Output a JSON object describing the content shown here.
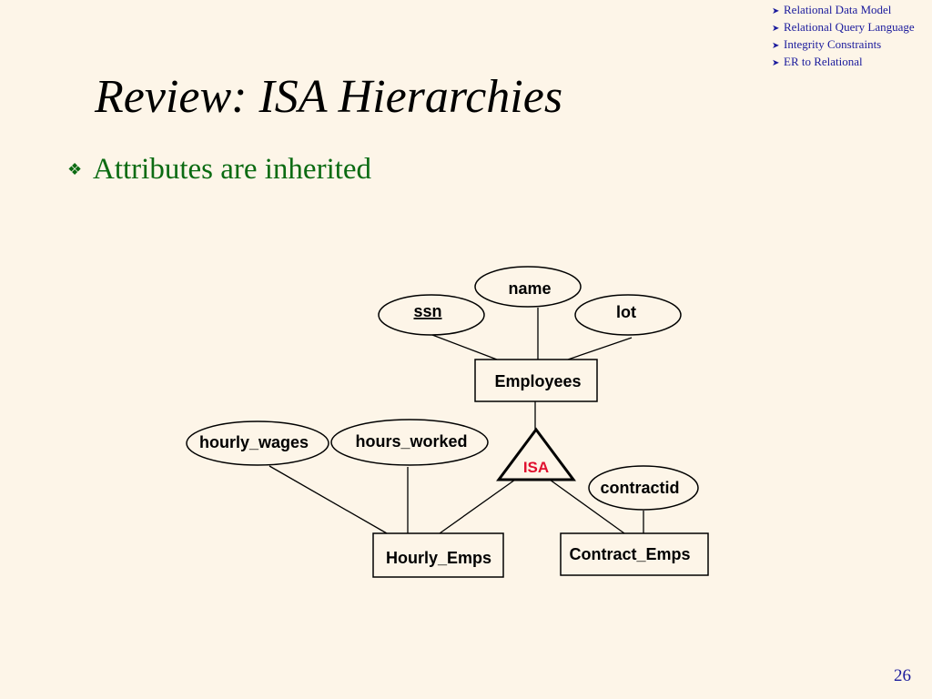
{
  "nav": {
    "items": [
      {
        "label": "Relational Data Model"
      },
      {
        "label": "Relational Query Language"
      },
      {
        "label": "Integrity Constraints"
      },
      {
        "label": "ER to Relational"
      }
    ]
  },
  "slide": {
    "title": "Review: ISA Hierarchies",
    "bullet": "Attributes are inherited",
    "page_number": "26"
  },
  "diagram": {
    "entities": {
      "employees": "Employees",
      "hourly_emps": "Hourly_Emps",
      "contract_emps": "Contract_Emps"
    },
    "attributes": {
      "name": "name",
      "ssn": "ssn",
      "lot": "lot",
      "hourly_wages": "hourly_wages",
      "hours_worked": "hours_worked",
      "contractid": "contractid"
    },
    "isa_label": "ISA",
    "key_attribute": "ssn"
  },
  "colors": {
    "background": "#fdf5e8",
    "nav_text": "#1a1a9c",
    "bullet_text": "#0b6b12",
    "isa_text": "#e0102e"
  }
}
